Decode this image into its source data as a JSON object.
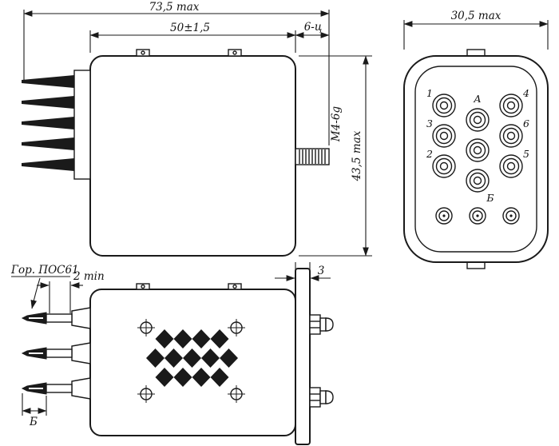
{
  "colors": {
    "line": "#1a1a1a",
    "background": "#ffffff"
  },
  "side_view": {
    "dim_overall": "73,5 max",
    "dim_body_width": "50±1,5",
    "dim_stud_length": "6-ц",
    "thread_spec": "М4-6g",
    "dim_height": "43,5 max"
  },
  "front_view": {
    "dim_width": "30,5 max",
    "pins": {
      "n1": "1",
      "n2": "2",
      "n3": "3",
      "n4": "4",
      "n5": "5",
      "n6": "6",
      "a": "А",
      "b": "Б"
    }
  },
  "bottom_view": {
    "solder_note": "Гор. ПОС61",
    "dim_solder_min": "2 min",
    "dim_tip_length": "Б",
    "dim_flange_thickness": "3"
  }
}
